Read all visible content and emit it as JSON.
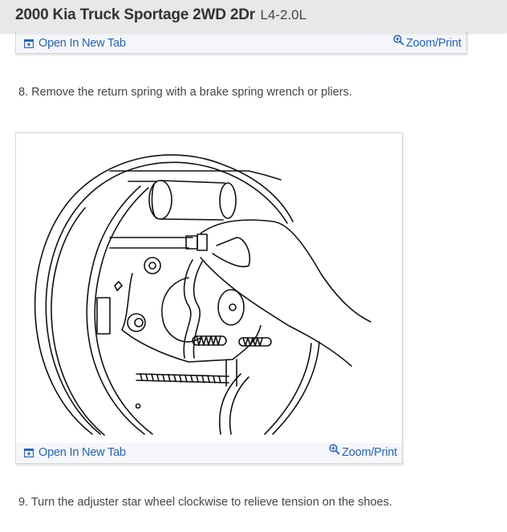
{
  "header": {
    "title": "2000 Kia Truck Sportage 2WD 2Dr",
    "engine": "L4-2.0L"
  },
  "figures": [
    {
      "id": "prev-figure",
      "toolbar": {
        "open_label": "Open In New Tab",
        "open_icon": "open-new-tab-icon",
        "zoom_label": "Zoom/Print",
        "zoom_icon": "zoom-in-icon"
      }
    },
    {
      "id": "step-8-figure",
      "image_alt": "Line drawing of drum brake assembly with hand removing return spring",
      "toolbar": {
        "open_label": "Open In New Tab",
        "open_icon": "open-new-tab-icon",
        "zoom_label": "Zoom/Print",
        "zoom_icon": "zoom-in-icon"
      }
    }
  ],
  "steps": [
    {
      "number": 8,
      "text": "8. Remove the return spring with a brake spring wrench or pliers."
    },
    {
      "number": 9,
      "text": "9. Turn the adjuster star wheel clockwise to relieve tension on the shoes."
    }
  ],
  "colors": {
    "header_bg": "#e8e8e9",
    "link": "#2a64ad",
    "toolbar_bg": "#f5f6f9",
    "text": "#444444"
  }
}
